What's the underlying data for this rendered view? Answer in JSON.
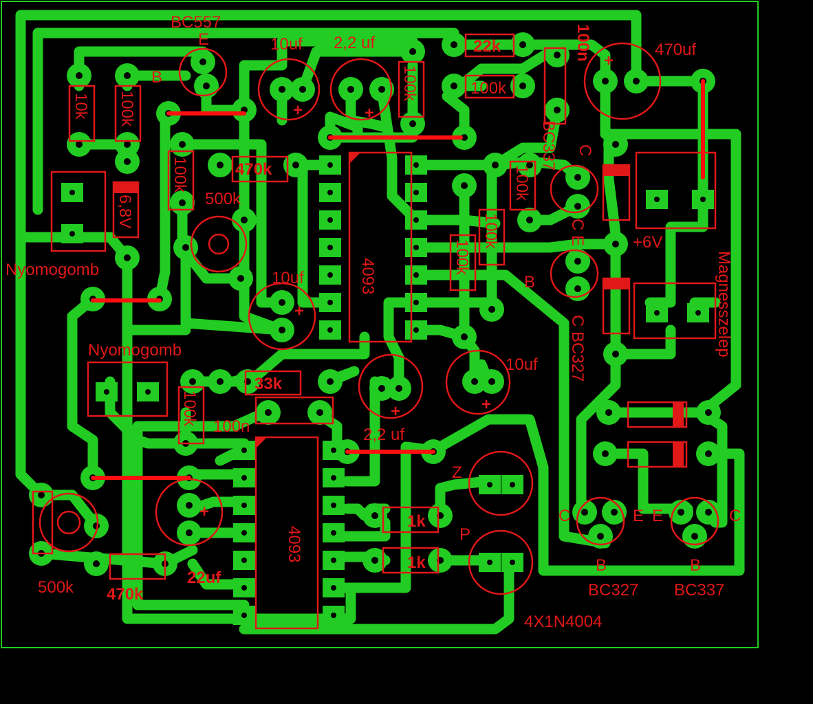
{
  "labels": {
    "bc557": "BC557",
    "e_top": "E",
    "b_top": "B",
    "c_top": "C",
    "cap10uf_top": "10uf",
    "cap22_top": "2,2 uf",
    "r22k": "22k",
    "r100k_top": "100k",
    "c100n_top": "100n",
    "cap470uf": "470uf",
    "r10k": "10k",
    "r100k_left": "100k",
    "zener": "6,8V",
    "r100k_v1": "100k",
    "r470k_top": "470k",
    "pot500k_top": "500k",
    "r100k_mid": "100k",
    "bc337_top": "BC337",
    "r100k_right1": "100k",
    "r100k_right2": "100k",
    "r100k_right3": "100k",
    "plus6v": "+6V",
    "magnesszelep": "Magnesszelep",
    "nyomogomb1": "Nyomogomb",
    "nyomogomb2": "Nyomogomb",
    "cap10uf_mid": "10uf",
    "ic_top": "4093",
    "b_mid": "B",
    "ce_right": "C E",
    "ce_right2": "E C",
    "bc327_vert": "C BC327",
    "r33k": "33k",
    "r100k_low": "100k",
    "c100n_low": "100n",
    "cap10uf_right": "10uf",
    "cap22_low": "2,2 uf",
    "z": "Z",
    "p": "P",
    "r1k_a": "1k",
    "r1k_b": "1k",
    "ic_low": "4093",
    "cap22uf": "22uf",
    "r470k_low": "470k",
    "pot500k_low": "500k",
    "c_left": "C",
    "e_left": "E",
    "e_right": "E",
    "c_right": "C",
    "b_left": "B",
    "b_right": "B",
    "bc327": "BC327",
    "bc337": "BC337",
    "diodes": "4X1N4004",
    "plus": "+"
  }
}
